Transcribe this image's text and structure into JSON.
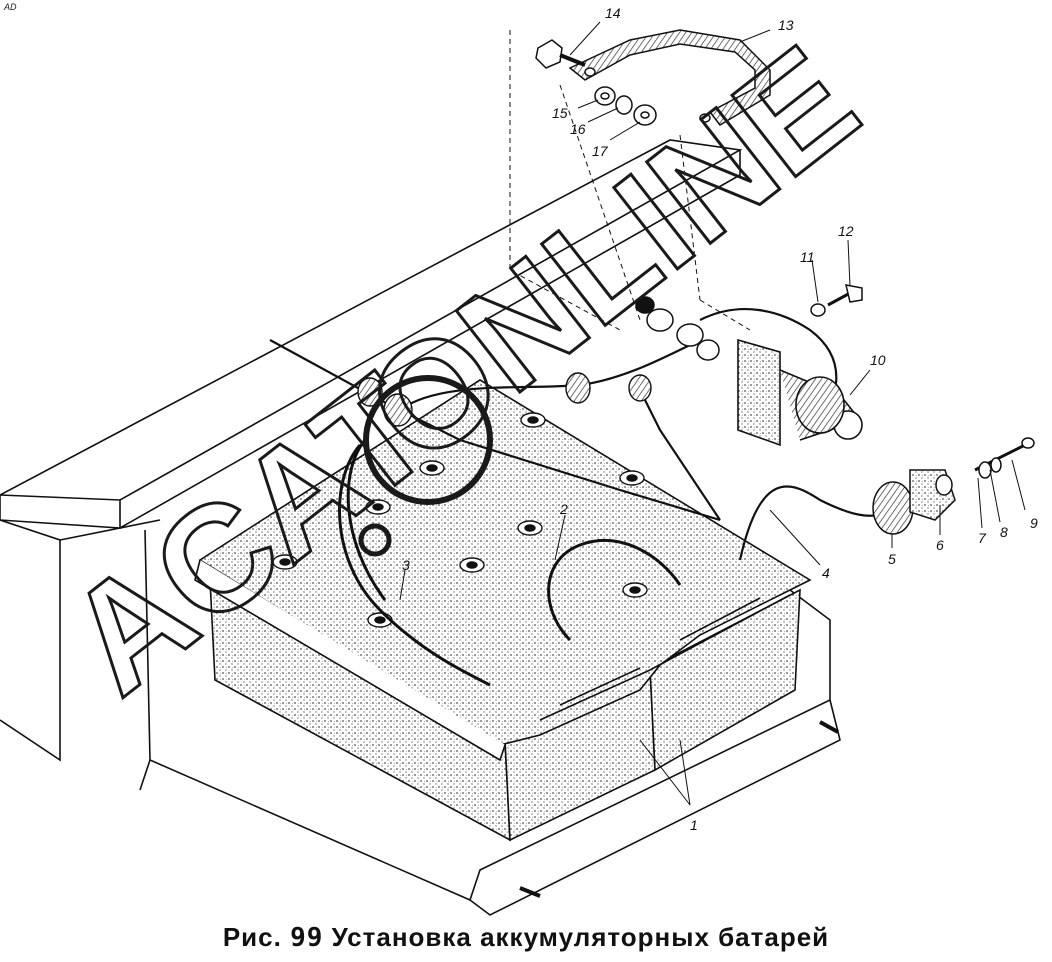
{
  "corner_mark": "AD",
  "caption": {
    "prefix": "Рис.",
    "number": "99",
    "title": "Установка аккумуляторных батарей"
  },
  "watermark": {
    "line1": "ACAT",
    "line2": "ONLINE"
  },
  "callouts": [
    "1",
    "2",
    "3",
    "4",
    "5",
    "6",
    "7",
    "8",
    "9",
    "10",
    "11",
    "12",
    "13",
    "14",
    "15",
    "16",
    "17"
  ],
  "colors": {
    "ink": "#111111",
    "stipple": "#8a8a8a",
    "watermark_stroke": "#1a1a1a",
    "paper": "#ffffff"
  }
}
